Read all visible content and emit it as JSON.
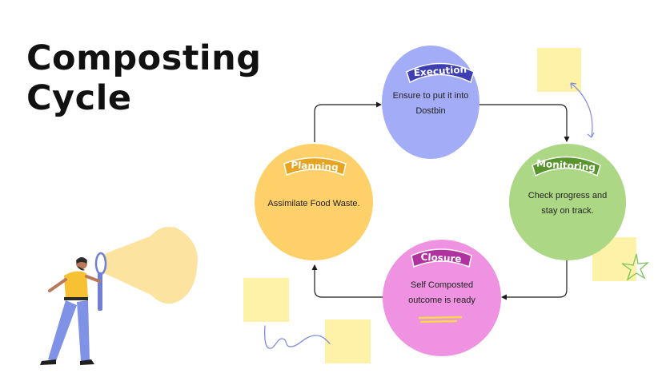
{
  "title": {
    "line1": "Composting",
    "line2": "Cycle"
  },
  "stages": [
    {
      "key": "execution",
      "label": "Execution",
      "text": "Ensure to put it into Dostbin",
      "fill": "#a3acf6",
      "badge": "#3e3fb3"
    },
    {
      "key": "monitoring",
      "label": "Monitoring",
      "text": "Check progress and stay on track.",
      "fill": "#acd784",
      "badge": "#58952c"
    },
    {
      "key": "closure",
      "label": "Closure",
      "text": "Self Composted outcome is ready",
      "fill": "#ef92e1",
      "badge": "#b031a0"
    },
    {
      "key": "planning",
      "label": "Planning",
      "text": "Assimilate Food Waste.",
      "fill": "#fed069",
      "badge": "#e5a421"
    }
  ],
  "colors": {
    "sticky_note": "#fdf2a8",
    "arrow": "#1a1a1a",
    "lightbeam": "#fde3a0",
    "scribble": "#7e8cde",
    "underline": "#f6d84a"
  },
  "illustration": "person-with-flashlight"
}
